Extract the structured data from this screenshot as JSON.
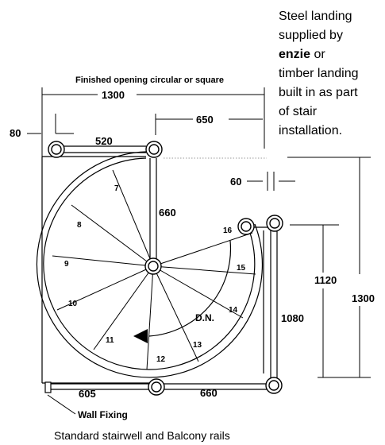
{
  "diagram": {
    "note": {
      "line1": "Steel landing",
      "line2": "supplied by",
      "brand": "enzie",
      "line3_rest": " or",
      "line4": "timber landing",
      "line5": "built in as part",
      "line6": "of stair",
      "line7": "installation."
    },
    "header_label": "Finished opening circular or square",
    "dimensions": {
      "overall_width": "1300",
      "left_offset": "80",
      "half_width": "650",
      "top_rail": "520",
      "gap": "60",
      "well_rail": "660",
      "bottom_left": "605",
      "bottom_right": "660",
      "right_rail": "1080",
      "landing_height": "1120",
      "overall_height": "1300"
    },
    "steps": [
      "7",
      "8",
      "9",
      "10",
      "11",
      "12",
      "13",
      "14",
      "15",
      "16"
    ],
    "direction": "D.N.",
    "wall_fixing": "Wall Fixing",
    "caption": "Standard stairwell and Balcony rails"
  },
  "colors": {
    "line": "#000000",
    "dotted": "#999999"
  }
}
